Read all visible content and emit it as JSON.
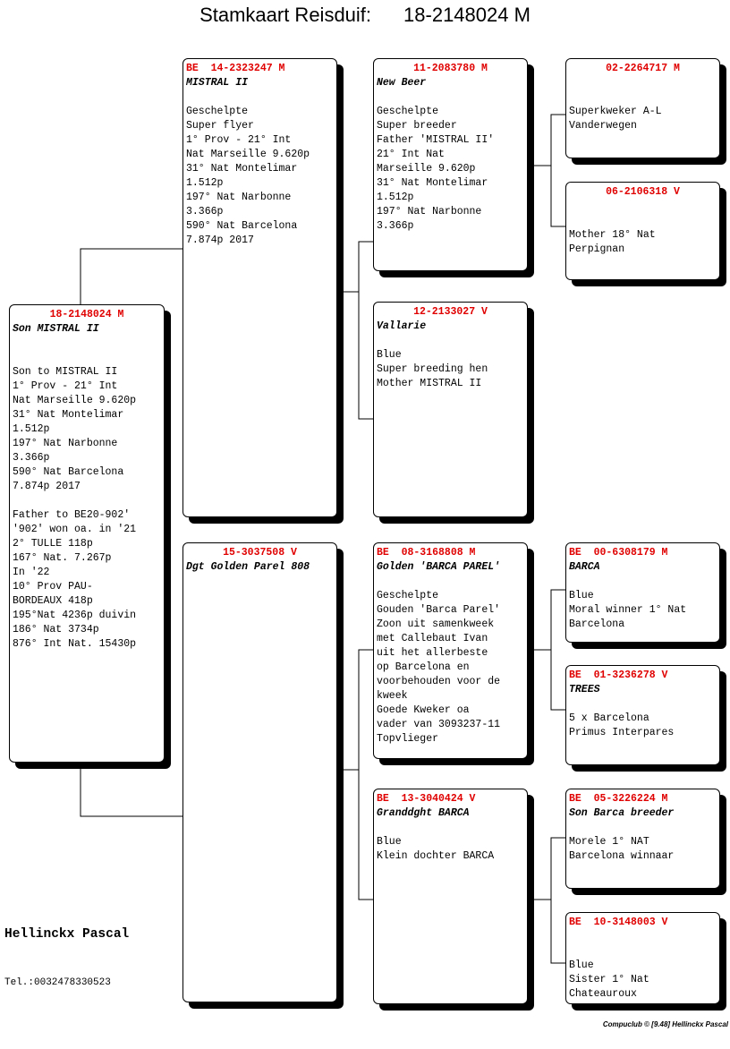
{
  "title": {
    "label": "Stamkaart Reisduif:",
    "ring": "18-2148024 M"
  },
  "cards": {
    "subject": {
      "header": "18-2148024 M",
      "name": "Son MISTRAL II",
      "notes": "Son to MISTRAL II\n1° Prov - 21° Int\nNat Marseille 9.620p\n31° Nat Montelimar\n1.512p\n197° Nat Narbonne\n3.366p\n590° Nat Barcelona\n7.874p 2017\n\nFather to BE20-902'\n'902' won oa. in '21\n2° TULLE 118p\n167° Nat. 7.267p\nIn '22\n10° Prov PAU-\nBORDEAUX 418p\n195°Nat 4236p duivin\n186° Nat 3734p\n876° Int Nat. 15430p"
    },
    "father": {
      "header": "BE  14-2323247 M",
      "name": "MISTRAL II",
      "notes": "Geschelpte\nSuper flyer\n1° Prov - 21° Int\nNat Marseille 9.620p\n31° Nat Montelimar\n1.512p\n197° Nat Narbonne\n3.366p\n590° Nat Barcelona\n7.874p 2017"
    },
    "mother": {
      "header": "15-3037508 V",
      "name": "Dgt Golden Parel 808",
      "notes": ""
    },
    "ff": {
      "header": "11-2083780 M",
      "name": "New Beer",
      "notes": "Geschelpte\nSuper breeder\nFather 'MISTRAL II'\n21° Int Nat\nMarseille 9.620p\n31° Nat Montelimar\n1.512p\n197° Nat Narbonne\n3.366p"
    },
    "fm": {
      "header": "12-2133027 V",
      "name": "Vallarie",
      "notes": "Blue\nSuper breeding hen\nMother MISTRAL II"
    },
    "mf": {
      "header": "BE  08-3168808 M",
      "name": "Golden 'BARCA PAREL'",
      "notes": "Geschelpte\nGouden 'Barca Parel'\nZoon uit samenkweek\nmet Callebaut Ivan\nuit het allerbeste\nop Barcelona en\nvoorbehouden voor de\nkweek\nGoede Kweker oa\nvader van 3093237-11\nTopvlieger"
    },
    "mm": {
      "header": "BE  13-3040424 V",
      "name": "Granddght BARCA",
      "notes": "Blue\nKlein dochter BARCA"
    },
    "fff": {
      "header": "02-2264717 M",
      "name": "",
      "notes": "Superkweker A-L\nVanderwegen"
    },
    "ffm": {
      "header": "06-2106318 V",
      "name": "",
      "notes": "Mother 18° Nat\nPerpignan"
    },
    "mff": {
      "header": "BE  00-6308179 M",
      "name": "BARCA",
      "notes": "Blue\nMoral winner 1° Nat\nBarcelona"
    },
    "mfm": {
      "header": "BE  01-3236278 V",
      "name": "TREES",
      "notes": "5 x Barcelona\nPrimus Interpares"
    },
    "mmf": {
      "header": "BE  05-3226224 M",
      "name": "Son Barca breeder",
      "notes": "Morele 1° NAT\nBarcelona winnaar"
    },
    "mmm": {
      "header": "BE  10-3148003 V",
      "name": "",
      "notes": "Blue\nSister 1° Nat\nChateauroux"
    }
  },
  "breeder": {
    "name": "Hellinckx Pascal",
    "phone": "Tel.:0032478330523"
  },
  "footer": "Compuclub © [9.48]  Hellinckx Pascal",
  "colors": {
    "ring": "#e00000",
    "shadow": "#000000"
  }
}
